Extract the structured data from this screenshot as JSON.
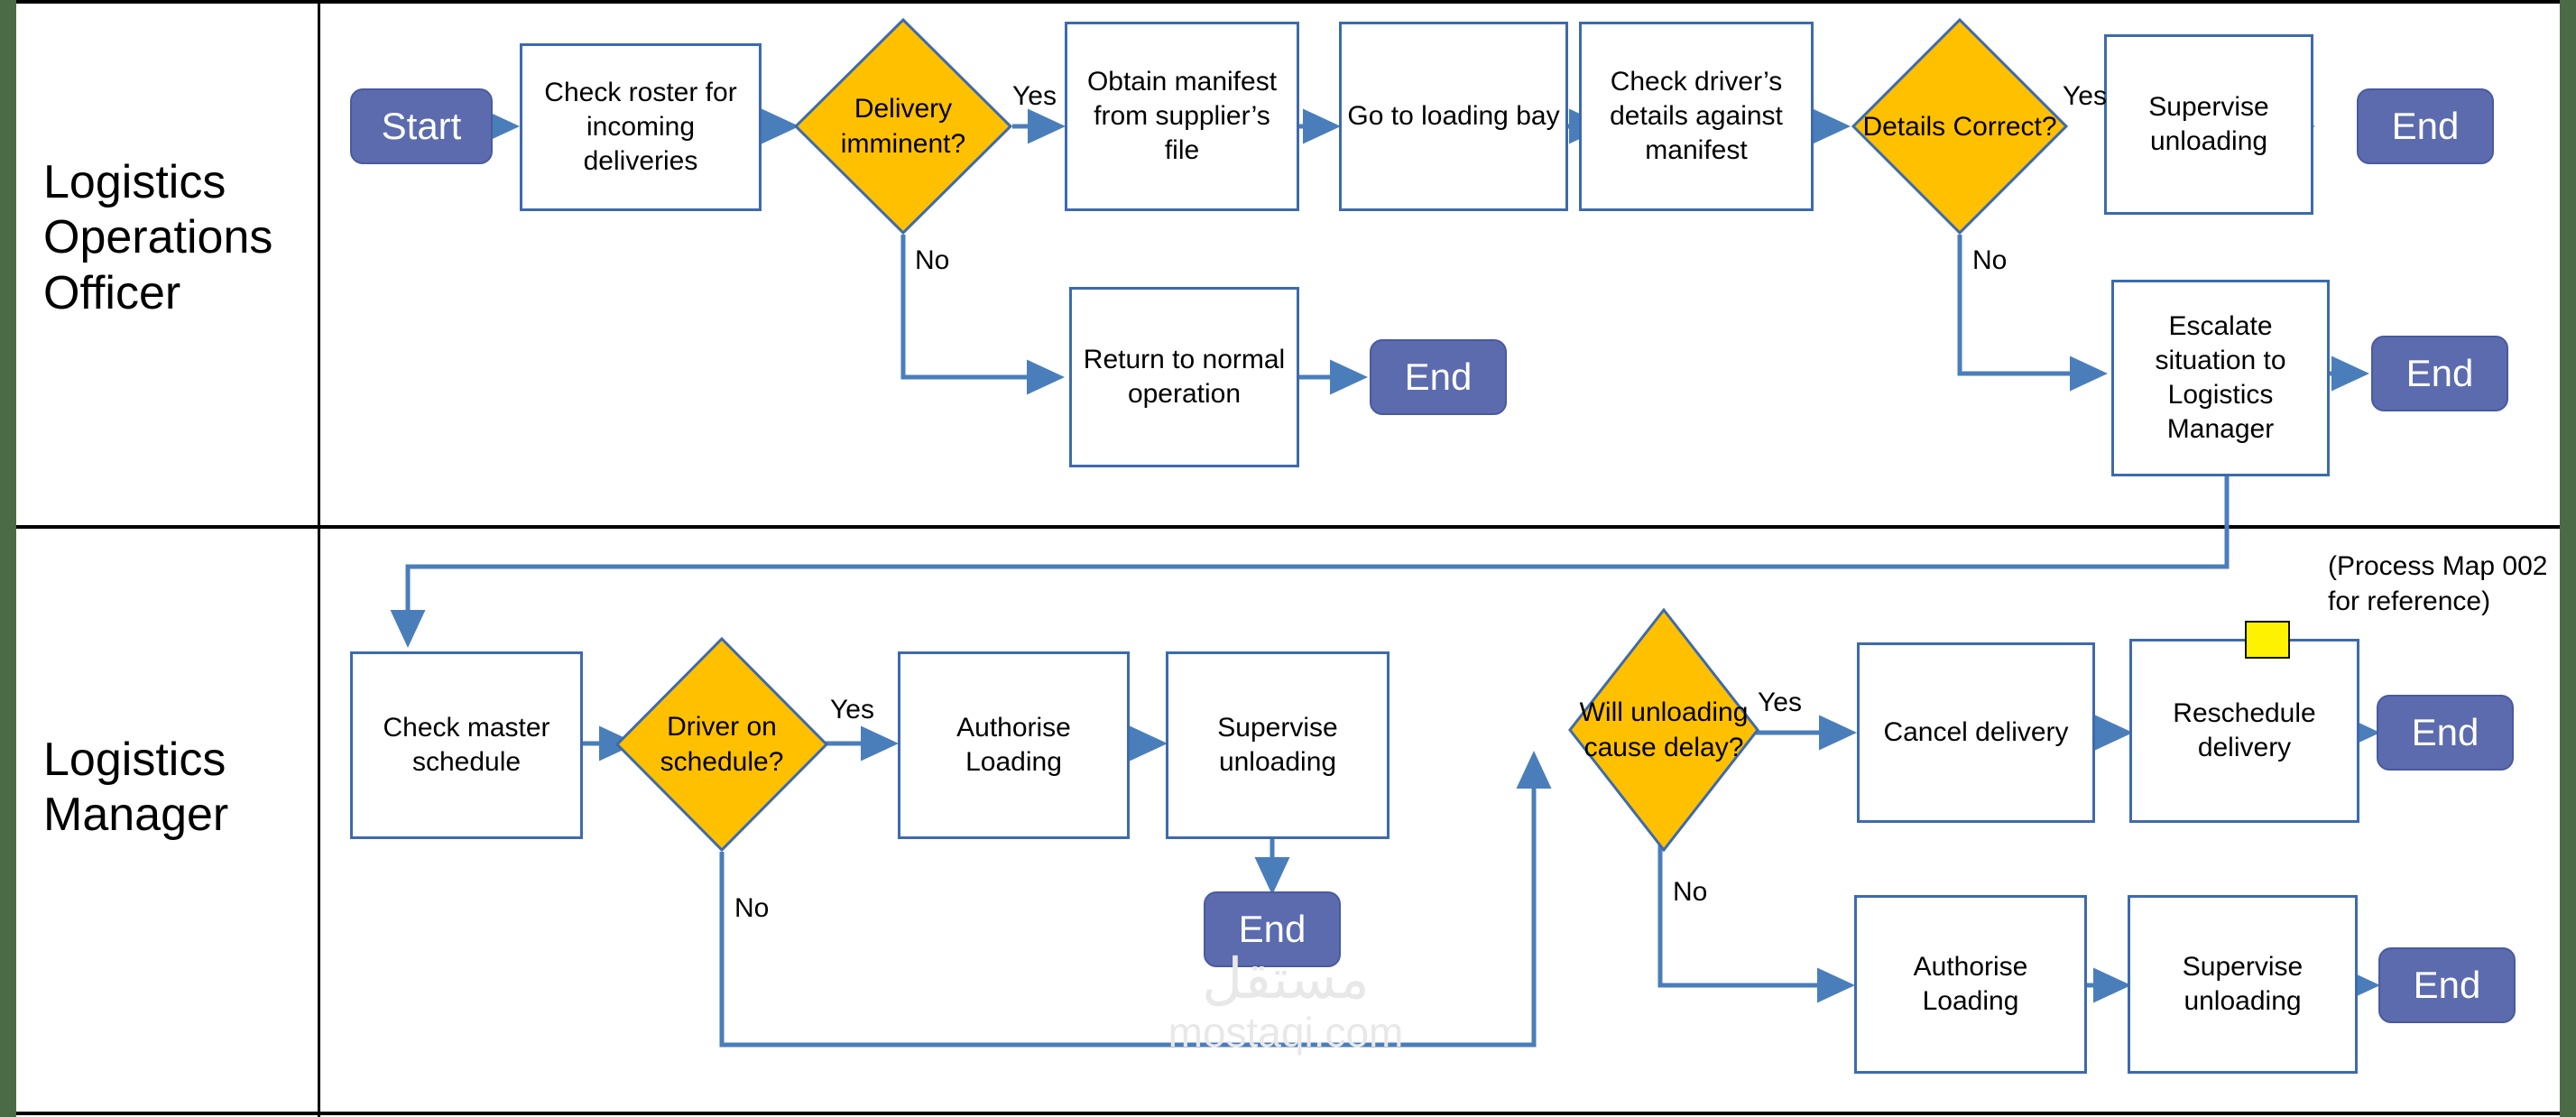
{
  "diagram": {
    "title": "Logistics delivery process map (swimlane flowchart)",
    "colors": {
      "decision_fill": "#FFC000",
      "decision_border": "#3D6AAD",
      "process_border": "#3D6AAD",
      "terminator_fill": "#5B6BAE",
      "connector": "#4A7EBB",
      "sticky_note": "#FFF200",
      "rail": "#4A6B46"
    },
    "lanes": [
      {
        "id": "lane-operations-officer",
        "label": "Logistics\nOperations\nOfficer"
      },
      {
        "id": "lane-manager",
        "label": "Logistics\nManager"
      }
    ],
    "annotation": "(Process Map 002\nfor reference)",
    "watermark": {
      "arabic": "مستقل",
      "latin": "mostaqi.com"
    }
  },
  "nodes": {
    "start": "Start",
    "check_roster": "Check roster for incoming deliveries",
    "delivery_imminent": "Delivery imminent?",
    "obtain_manifest": "Obtain manifest from supplier’s  file",
    "go_loading_bay": "Go to loading bay",
    "check_driver_details": "Check driver’s details against manifest",
    "details_correct": "Details Correct?",
    "supervise_unloading_top": "Supervise unloading",
    "end_top_1": "End",
    "return_normal": "Return to normal operation",
    "end_top_2": "End",
    "escalate": "Escalate situation to Logistics Manager",
    "end_top_3": "End",
    "check_master_schedule": "Check master schedule",
    "driver_on_schedule": "Driver on schedule?",
    "authorise_loading_1": "Authorise Loading",
    "supervise_unloading_1": "Supervise unloading",
    "end_bot_1": "End",
    "will_unloading_delay": "Will unloading cause delay?",
    "cancel_delivery": "Cancel delivery",
    "reschedule_delivery": "Reschedule delivery",
    "end_bot_2": "End",
    "authorise_loading_2": "Authorise Loading",
    "supervise_unloading_2": "Supervise unloading",
    "end_bot_3": "End"
  },
  "edge_labels": {
    "imminent_yes": "Yes",
    "imminent_no": "No",
    "details_yes": "Yes",
    "details_no": "No",
    "schedule_yes": "Yes",
    "schedule_no": "No",
    "delay_yes": "Yes",
    "delay_no": "No"
  }
}
